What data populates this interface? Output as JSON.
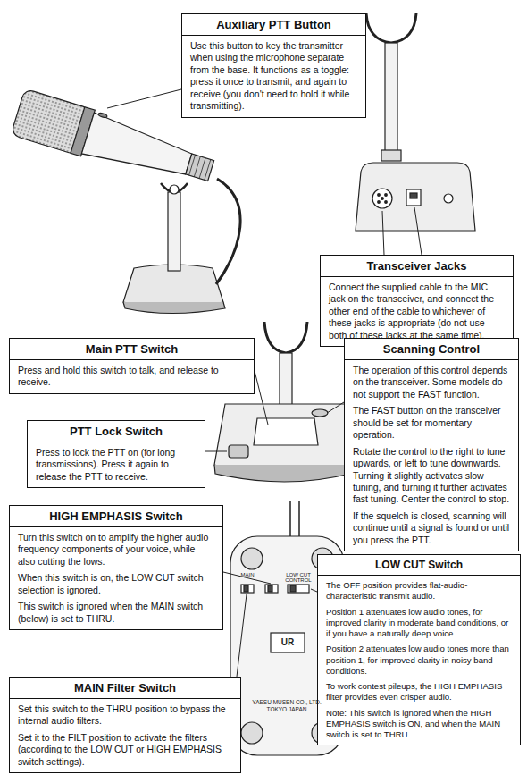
{
  "diagram": {
    "nodes": [
      {
        "text": [
          "Auxiliary PTT Button",
          "Use this button to key the transmitter when using the microphone separate from the base. It functions as a toggle: press it once to transmit, and again to receive (you don't need to hold it while transmitting)."
        ]
      },
      {
        "text": [
          "Transceiver Jacks",
          "Connect the supplied cable to the MIC jack on the transceiver, and connect the other end of the cable to whichever of these jacks is appropriate (do not use both of these jacks at the same time)."
        ]
      },
      {
        "text": [
          "Main PTT Switch",
          "Press and hold this switch to talk, and release to receive."
        ]
      },
      {
        "text": [
          "Scanning Control",
          "The operation of this control depends on the transceiver. Some models do not support the FAST function.",
          "The FAST button on the transceiver should be set for momentary operation.",
          "Rotate the control to the right to tune upwards, or left to tune downwards. Turning it slightly activates slow tuning, and turning it further activates fast tuning. Center the control to stop.",
          "If the squelch is closed, scanning will continue until a signal is found or until you press the PTT."
        ]
      },
      {
        "text": [
          "PTT Lock Switch",
          "Press to lock the PTT on (for long transmissions). Press it again to release the PTT to receive."
        ]
      },
      {
        "text": [
          "HIGH EMPHASIS Switch",
          "Turn this switch on to amplify the higher audio frequency components of your voice, while also cutting the lows.",
          "When this switch is on, the LOW CUT switch selection is ignored.",
          "This switch is ignored when the MAIN switch (below) is set to THRU."
        ]
      },
      {
        "text": [
          "LOW CUT Switch",
          "The OFF position provides flat-audio-characteristic transmit audio.",
          "Position 1 attenuates low audio tones, for improved clarity in moderate band conditions, or if you have a naturally deep voice.",
          "Position 2 attenuates low audio tones more than position 1, for improved clarity in noisy band conditions.",
          "To work contest pileups, the HIGH EMPHASIS filter provides even crisper audio.",
          "Note: This switch is ignored when the HIGH EMPHASIS switch is ON, and when the MAIN switch is set to THRU."
        ]
      },
      {
        "text": [
          "MAIN Filter Switch",
          "Set this switch to the THRU position to bypass the internal audio filters.",
          "Set it to the FILT position to activate the filters (according to the LOW CUT or HIGH EMPHASIS switch settings)."
        ]
      }
    ],
    "labels": [
      "MAIN",
      "LOW CUT",
      "CONTROL",
      "UR",
      "YAESU MUSEN CO., LTD.",
      "TOKYO JAPAN"
    ]
  }
}
